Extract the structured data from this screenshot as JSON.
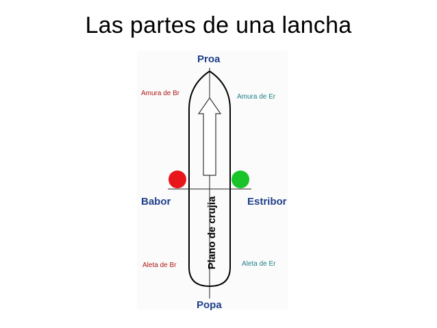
{
  "title": "Las partes de una lancha",
  "diagram": {
    "bow": "Proa",
    "stern": "Popa",
    "port": "Babor",
    "starboard": "Estribor",
    "port_bow": "Amura de Br",
    "starboard_bow": "Amura de Er",
    "port_quarter": "Aleta de Br",
    "starboard_quarter": "Aleta de Er",
    "centerline": "Plano de crujia",
    "colors": {
      "port_light": "#e8151b",
      "starboard_light": "#19c42b",
      "label_red": "#b01818",
      "label_teal": "#1b7f86",
      "label_blue": "#1f3f8a"
    }
  }
}
